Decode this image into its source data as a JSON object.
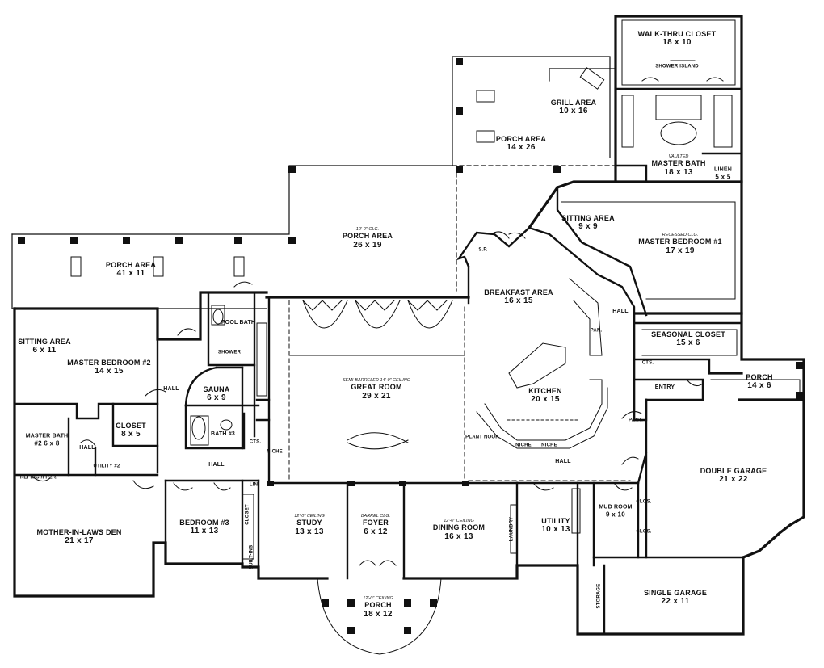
{
  "rooms": {
    "walk_thru_closet": {
      "name": "WALK-THRU CLOSET",
      "dims": "18 x 10"
    },
    "grill_area": {
      "name": "GRILL AREA",
      "dims": "10 x 16"
    },
    "porch_area_back": {
      "name": "PORCH AREA",
      "dims": "14 x 26"
    },
    "master_bath": {
      "name": "MASTER BATH",
      "dims": "18 x 13",
      "note": "VAULTED"
    },
    "linen": {
      "name": "LINEN",
      "dims": "5 x 5"
    },
    "porch_area_center": {
      "name": "PORCH AREA",
      "dims": "26 x 19",
      "note": "10'-0\" CLG."
    },
    "porch_area_left": {
      "name": "PORCH AREA",
      "dims": "41 x 11"
    },
    "sitting_area_master": {
      "name": "SITTING AREA",
      "dims": "9 x 9"
    },
    "master_bedroom_1": {
      "name": "MASTER BEDROOM #1",
      "dims": "17 x 19",
      "note": "RECESSED CLG."
    },
    "breakfast_area": {
      "name": "BREAKFAST AREA",
      "dims": "16 x 15"
    },
    "sitting_area_left": {
      "name": "SITTING AREA",
      "dims": "6 x 11"
    },
    "master_bedroom_2": {
      "name": "MASTER BEDROOM #2",
      "dims": "14 x 15"
    },
    "pool_bath": {
      "name": "POOL BATH"
    },
    "great_room": {
      "name": "GREAT ROOM",
      "dims": "29 x 21",
      "note": "SEMI-BARRELED 14'-0\" CEILING"
    },
    "seasonal_closet": {
      "name": "SEASONAL CLOSET",
      "dims": "15 x 6"
    },
    "sauna": {
      "name": "SAUNA",
      "dims": "6 x 9"
    },
    "kitchen": {
      "name": "KITCHEN",
      "dims": "20 x 15"
    },
    "porch_right": {
      "name": "PORCH",
      "dims": "14 x 6"
    },
    "closet_left": {
      "name": "CLOSET",
      "dims": "8 x 5"
    },
    "master_bath_2": {
      "name": "MASTER BATH",
      "dims": "#2 6 x 8"
    },
    "bath_3": {
      "name": "BATH #3"
    },
    "double_garage": {
      "name": "DOUBLE GARAGE",
      "dims": "21 x 22"
    },
    "mother_in_laws_den": {
      "name": "MOTHER-IN-LAWS DEN",
      "dims": "21 x 17"
    },
    "bedroom_3": {
      "name": "BEDROOM #3",
      "dims": "11 x 13"
    },
    "study": {
      "name": "STUDY",
      "dims": "13 x 13",
      "note": "12'-0\" CEILING"
    },
    "foyer": {
      "name": "FOYER",
      "dims": "6 x 12",
      "note": "BARREL CLG."
    },
    "dining_room": {
      "name": "DINING ROOM",
      "dims": "16 x 13",
      "note": "12'-0\" CEILING"
    },
    "utility_main": {
      "name": "UTILITY",
      "dims": "10 x 13"
    },
    "mud_room": {
      "name": "MUD ROOM",
      "dims": "9 x 10"
    },
    "single_garage": {
      "name": "SINGLE GARAGE",
      "dims": "22 x 11"
    },
    "front_porch": {
      "name": "PORCH",
      "dims": "18 x 12",
      "note": "12'-0\" CEILING"
    }
  },
  "small_labels": {
    "hall_upper_left": "HALL",
    "hall_left_bath": "HALL",
    "hall_lower_left": "HALL",
    "hall_lower_right": "HALL",
    "hall_right": "HALL",
    "utility_2": "UTILITY #2",
    "refrig": "REFRIG./FRZR.",
    "pan_kitchen": "PAN.",
    "pant": "PANT.",
    "cts_right": "CTS.",
    "cts_left": "CTS.",
    "entry": "ENTRY",
    "clos_1": "CLOS.",
    "clos_2": "CLOS.",
    "plant_nook": "PLANT NOOK",
    "lin": "LIN",
    "closet_bed3": "CLOSET",
    "storage": "STORAGE",
    "shower": "SHOWER",
    "built_ins": "BUILT-INS",
    "niche_1": "NICHE",
    "niche_2": "NICHE",
    "niche_3": "NICHE",
    "sp": "S.P.",
    "shower_island": "SHOWER ISLAND",
    "laundry": "LAUNDRY"
  }
}
